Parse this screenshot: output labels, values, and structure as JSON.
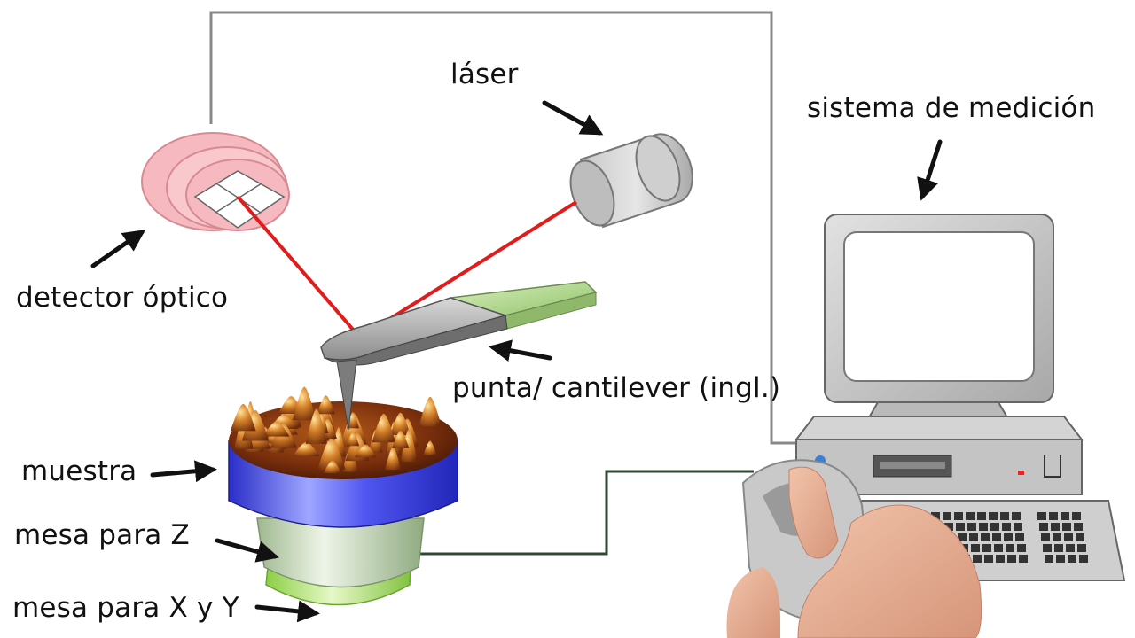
{
  "labels": {
    "laser": "láser",
    "measurement_system": "sistema de medición",
    "optical_detector": "detector óptico",
    "tip_cantilever": "punta/ cantilever (ingl.)",
    "sample": "muestra",
    "z_stage": "mesa para Z",
    "xy_stage": "mesa para X y Y"
  },
  "colors": {
    "laser_beam": "#e21b1b",
    "detector": "#f6b9bf",
    "sample_ring": "#3b3fdc",
    "stage_z": "#c6d9b8",
    "stage_xy": "#b4e07a",
    "wire": "#888888",
    "cable": "#2f4a33"
  }
}
